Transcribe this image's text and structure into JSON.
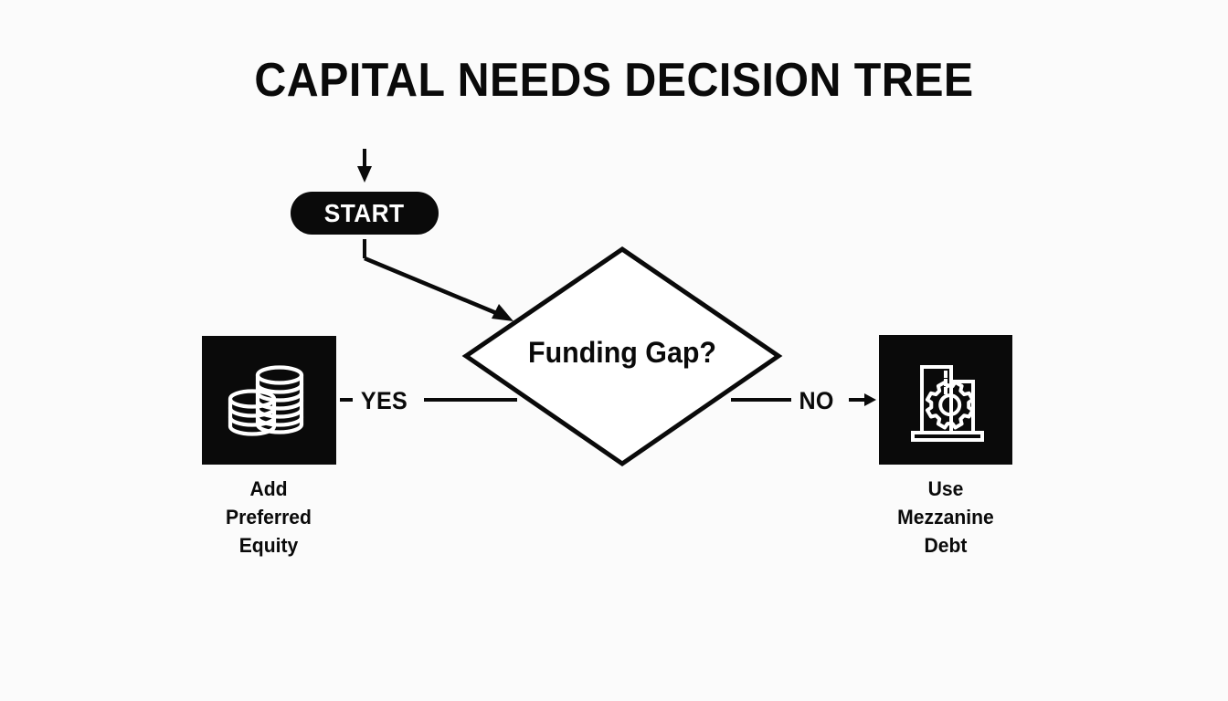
{
  "page": {
    "title": "CAPITAL NEEDS DECISION TREE",
    "background_color": "#fbfbfb",
    "ink_color": "#0a0a0a"
  },
  "diagram": {
    "type": "decision-tree-flowchart",
    "entry_arrow": "down-arrow-icon",
    "start": {
      "label": "START",
      "shape": "pill",
      "fill_color": "#0a0a0a",
      "text_color": "#ffffff"
    },
    "decision": {
      "label": "Funding Gap?",
      "shape": "diamond",
      "fill_color": "#ffffff",
      "stroke_color": "#0a0a0a"
    },
    "branches": [
      {
        "label": "YES",
        "direction": "left",
        "connector": "line",
        "target": {
          "caption": "Add\nPreferred\nEquity",
          "icon": "coin-stacks-icon",
          "tile_fill": "#0a0a0a",
          "icon_color": "#ffffff"
        }
      },
      {
        "label": "NO",
        "direction": "right",
        "connector": "line-with-arrowhead",
        "arrow_glyph": "→",
        "target": {
          "caption": "Use\nMezzanine\nDebt",
          "icon": "factory-gear-icon",
          "tile_fill": "#0a0a0a",
          "icon_color": "#ffffff"
        }
      }
    ]
  }
}
